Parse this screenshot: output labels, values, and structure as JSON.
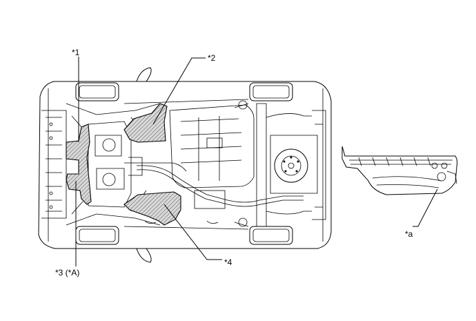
{
  "callouts": {
    "c1": "*1",
    "c2": "*2",
    "c3": "*3 (*A)",
    "c4": "*4",
    "ca": "*a"
  },
  "colors": {
    "line": "#000000",
    "hatch_fill": "#d9d9d9",
    "background": "#ffffff"
  }
}
